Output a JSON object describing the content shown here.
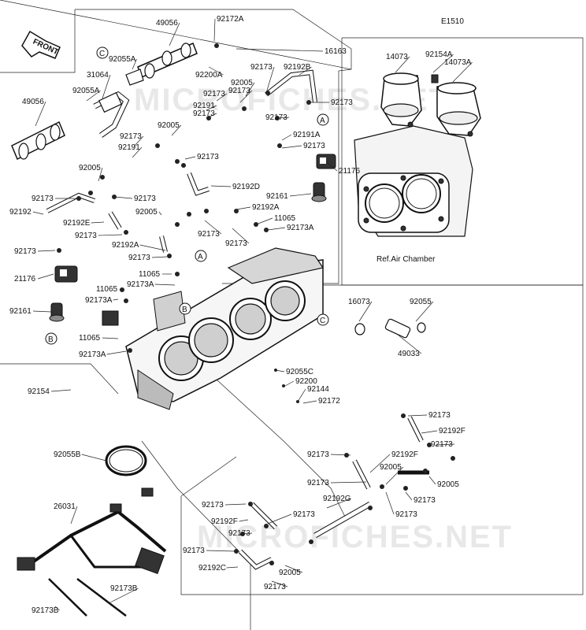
{
  "diagram": {
    "code": "E1510",
    "front_arrow_text": "FRONT",
    "ref_text": "Ref.Air Chamber",
    "watermarks": [
      "MICROFICHES.NET",
      "MICROFICHES.NET"
    ],
    "refs": [
      "A",
      "B",
      "C"
    ],
    "labels": [
      "49056",
      "92172A",
      "16163",
      "92055A",
      "92200A",
      "92173",
      "92192B",
      "31064",
      "92005",
      "92191",
      "92173",
      "92173",
      "92055A",
      "92173",
      "92173",
      "92191A",
      "49056",
      "92005",
      "92173",
      "92191",
      "92173",
      "92173",
      "92173",
      "92192D",
      "92005",
      "21176",
      "92161",
      "92173",
      "92173",
      "92192A",
      "92005",
      "11065",
      "92192",
      "92192E",
      "92173",
      "92173",
      "92173",
      "92173A",
      "92173",
      "92192A",
      "92173",
      "11065",
      "21176",
      "92173A",
      "11065",
      "92173A",
      "92161",
      "11065",
      "92173A",
      "14073",
      "92154A",
      "14073A",
      "16073",
      "92055",
      "49033",
      "92055C",
      "92200",
      "92144",
      "92172",
      "92154",
      "92173",
      "92192F",
      "92173",
      "92055B",
      "92173",
      "92192F",
      "92005",
      "92173",
      "92005",
      "26031",
      "92173",
      "92192G",
      "92173",
      "92192F",
      "92173",
      "92173",
      "92173",
      "92173",
      "92192C",
      "92005",
      "92173",
      "92173B",
      "92173B"
    ]
  }
}
